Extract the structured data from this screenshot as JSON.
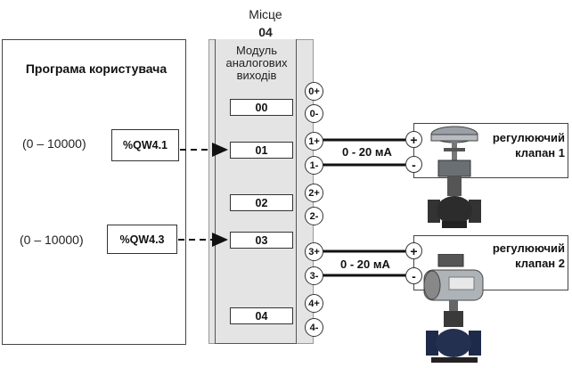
{
  "place": {
    "label": "Місце",
    "number": "04"
  },
  "user_program": {
    "title": "Програма користувача"
  },
  "module": {
    "title_line1": "Модуль",
    "title_line2": "аналогових",
    "title_line3": "виходів"
  },
  "inputs": [
    {
      "range": "(0 – 10000)",
      "address": "%QW4.1"
    },
    {
      "range": "(0 – 10000)",
      "address": "%QW4.3"
    }
  ],
  "channels": [
    "00",
    "01",
    "02",
    "03",
    "04"
  ],
  "terminals": [
    "0+",
    "0-",
    "1+",
    "1-",
    "2+",
    "2-",
    "3+",
    "3-",
    "4+",
    "4-"
  ],
  "currents": [
    "0 - 20 мА",
    "0 - 20 мА"
  ],
  "valves": [
    {
      "line1": "регулюючий",
      "line2": "клапан 1",
      "plus": "+",
      "minus": "-"
    },
    {
      "line1": "регулюючий",
      "line2": "клапан 2",
      "plus": "+",
      "minus": "-"
    }
  ]
}
